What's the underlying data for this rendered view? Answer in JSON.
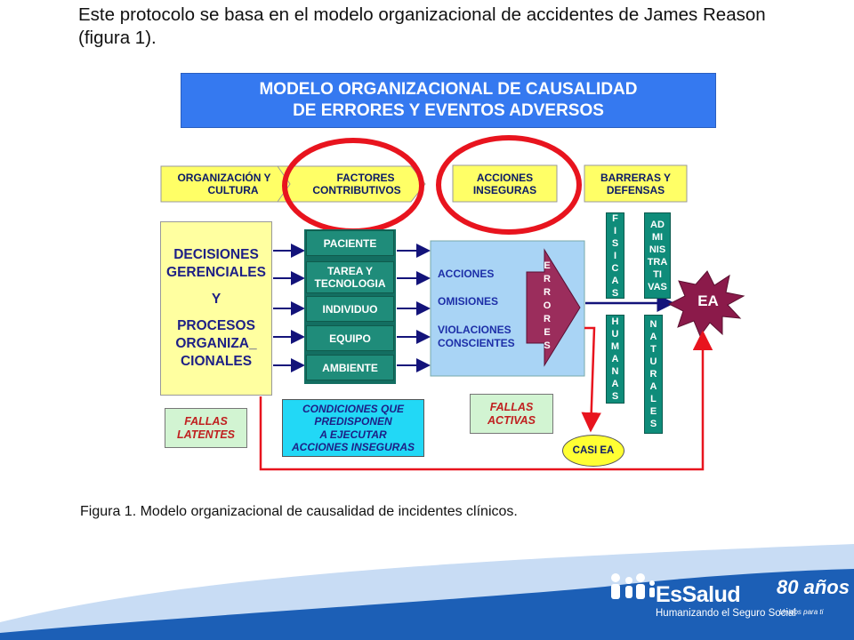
{
  "intro_text": "Este protocolo se basa en el modelo organizacional de accidentes de James Reason (figura 1).",
  "diagram": {
    "title_line1": "MODELO ORGANIZACIONAL DE CAUSALIDAD",
    "title_line2": "DE ERRORES Y EVENTOS ADVERSOS",
    "headers": {
      "org_line1": "ORGANIZACIÓN Y",
      "org_line2": "CULTURA",
      "factores_line1": "FACTORES",
      "factores_line2": "CONTRIBUTIVOS",
      "acciones_line1": "ACCIONES",
      "acciones_line2": "INSEGURAS",
      "barreras_line1": "BARRERAS Y",
      "barreras_line2": "DEFENSAS"
    },
    "decisions_lines": [
      "DECISIONES",
      "GERENCIALES",
      "",
      "Y",
      "",
      "PROCESOS",
      "ORGANIZA_",
      "CIONALES"
    ],
    "factors": [
      {
        "line1": "PACIENTE",
        "line2": ""
      },
      {
        "line1": "TAREA Y",
        "line2": "TECNOLOGIA"
      },
      {
        "line1": "INDIVIDUO",
        "line2": ""
      },
      {
        "line1": "EQUIPO",
        "line2": ""
      },
      {
        "line1": "AMBIENTE",
        "line2": ""
      }
    ],
    "unsafe_actions": [
      "ACCIONES",
      "OMISIONES",
      "VIOLACIONES",
      "CONSCIENTES"
    ],
    "errores_letters": [
      "E",
      "R",
      "R",
      "O",
      "R",
      "E",
      "S"
    ],
    "barriers": {
      "fisicas": [
        "F",
        "I",
        "S",
        "I",
        "C",
        "A",
        "S"
      ],
      "administrativas": [
        "AD",
        "MI",
        "NIS",
        "TRA",
        "TI",
        "VAS"
      ],
      "humanas": [
        "H",
        "U",
        "M",
        "A",
        "N",
        "A",
        "S"
      ],
      "naturales": [
        "N",
        "A",
        "T",
        "U",
        "R",
        "A",
        "L",
        "E",
        "S"
      ]
    },
    "ea_label": "EA",
    "casi_ea_label": "CASI EA",
    "fallas_latentes": [
      "FALLAS",
      "LATENTES"
    ],
    "condiciones": [
      "CONDICIONES QUE",
      "PREDISPONEN",
      "A EJECUTAR",
      "ACCIONES INSEGURAS"
    ],
    "fallas_activas": [
      "FALLAS",
      "ACTIVAS"
    ]
  },
  "caption": "Figura 1. Modelo organizacional de causalidad de incidentes clínicos.",
  "footer": {
    "brand": "EsSalud",
    "slogan": "Humanizando el Seguro Social",
    "anniversary": "80 años",
    "anniversary_sub": "Unidos para ti"
  },
  "colors": {
    "title_bg": "#3579f0",
    "header_yellow": "#ffff66",
    "factor_green": "#1f8c7a",
    "action_blue": "#a9d4f5",
    "errores_purple": "#9b2d5c",
    "ea_star": "#8b1a4a",
    "highlight_red": "#e8141e",
    "footer_blue": "#1c5fb6"
  }
}
